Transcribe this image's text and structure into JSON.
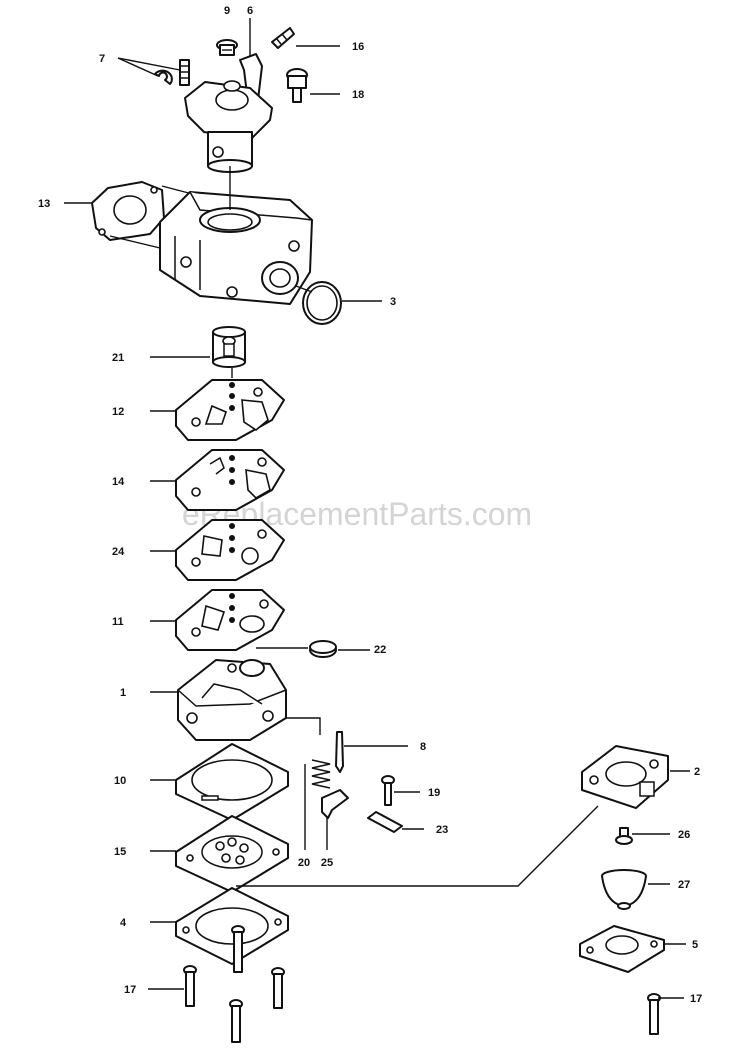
{
  "watermark": "eReplacementParts.com",
  "callouts": {
    "c9": "9",
    "c6": "6",
    "c16": "16",
    "c7": "7",
    "c18": "18",
    "c13": "13",
    "c3": "3",
    "c21": "21",
    "c12": "12",
    "c14": "14",
    "c24": "24",
    "c11": "11",
    "c22": "22",
    "c1": "1",
    "c8": "8",
    "c10": "10",
    "c19": "19",
    "c2": "2",
    "c15": "15",
    "c20": "20",
    "c25": "25",
    "c23": "23",
    "c26": "26",
    "c27": "27",
    "c4": "4",
    "c5": "5",
    "c17a": "17",
    "c17b": "17"
  }
}
